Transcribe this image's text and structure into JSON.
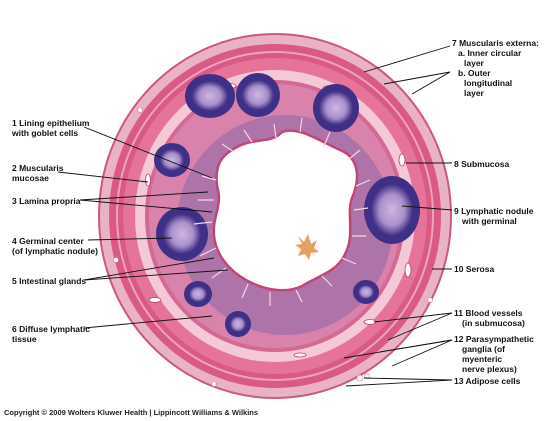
{
  "labels": {
    "l1": [
      "1 Lining epithelium",
      "with goblet cells"
    ],
    "l2": [
      "2 Muscularis",
      "mucosae"
    ],
    "l3": [
      "3 Lamina propria"
    ],
    "l4": [
      "4 Germinal center",
      "(of lymphatic nodule)"
    ],
    "l5": [
      "5 Intestinal glands"
    ],
    "l6": [
      "6 Diffuse lymphatic",
      "tissue"
    ],
    "l7": [
      "7 Muscularis externa:",
      "a. Inner circular",
      "layer",
      "b. Outer",
      "longitudinal",
      "layer"
    ],
    "l8": [
      "8 Submucosa"
    ],
    "l9": [
      "9 Lymphatic nodule",
      "with germinal"
    ],
    "l10": [
      "10 Serosa"
    ],
    "l11": [
      "11 Blood vessels",
      "(in submucosa)"
    ],
    "l12": [
      "12 Parasympathetic",
      "ganglia (of",
      "myenteric",
      "nerve plexus)"
    ],
    "l13": [
      "13 Adipose cells"
    ]
  },
  "copyright": "Copyright © 2009 Wolters Kluwer Health | Lippincott Williams & Wilkins",
  "colors": {
    "serosa": "#e9a7bf",
    "muscularis_externa": "#d9547f",
    "submucosa": "#f3c2d3",
    "mucosa": "#e58bb0",
    "nodule_outer": "#4b3d8e",
    "germinal_center": "#b49bd1",
    "lumen": "#ffffff",
    "debris": "#e8a060"
  }
}
